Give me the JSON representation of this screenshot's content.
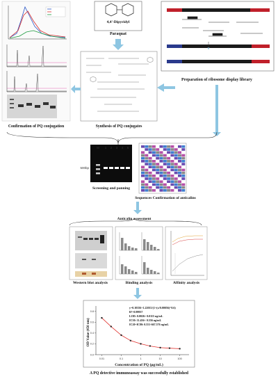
{
  "molecule": {
    "name": "4,4'-Dipyridyl",
    "title": "Paraquat"
  },
  "labels": {
    "library": "Preparation of ribosome display library",
    "synthesis": "Synthesis of PQ conjugates",
    "conjugation": "Confirmation of PQ conjugation",
    "screening": "Screening and panning",
    "sequences": "Sequences Confirmation of anticalins",
    "assessment": "Anticalin assessment",
    "western": "Western blot analysis",
    "binding": "Binding analysis",
    "affinity": "Affinity analysis",
    "conclusion": "A PQ detective immunoassay was successfully established"
  },
  "gel": {
    "lanes": [
      "M",
      "1",
      "2",
      "3",
      "4",
      "5"
    ],
    "size_marker": "500bp"
  },
  "immunoassay": {
    "equation": "y=0.10356+1.22015/(1+(x/0.00056)^0.6)",
    "stats": [
      "R²=0.99937",
      "LOD: 0.0026× 0.0115 ng/mL",
      "IC50: 11.456× 0.556 ng/mL",
      "IC20~IC80: 0.551-667.576 ng/mL"
    ],
    "xlabel": "Concentration of PQ (μg/mL)",
    "ylabel": "OD Value (450 nm)",
    "xticks": [
      "0.01",
      "0.1",
      "1",
      "10",
      "100"
    ],
    "yticks": [
      "0.0",
      "0.2",
      "0.4",
      "0.6",
      "0.8"
    ]
  },
  "chart_data": {
    "type": "scatter",
    "xlabel": "Concentration of PQ (μg/mL)",
    "ylabel": "OD Value (450 nm)",
    "x_scale": "log",
    "xlim": [
      0.005,
      300
    ],
    "ylim": [
      0,
      0.9
    ],
    "series": [
      {
        "x": [
          0.01,
          0.03,
          0.1,
          0.3,
          1,
          3,
          10,
          30,
          100
        ],
        "y": [
          0.68,
          0.52,
          0.36,
          0.26,
          0.2,
          0.16,
          0.13,
          0.12,
          0.11
        ]
      }
    ],
    "grid": false
  },
  "colors": {
    "arrow": "#8ec6e2",
    "fit_line": "#e0302c",
    "point": "#222222",
    "library_red": "#c0202a",
    "library_blue": "#2a3a8c"
  }
}
